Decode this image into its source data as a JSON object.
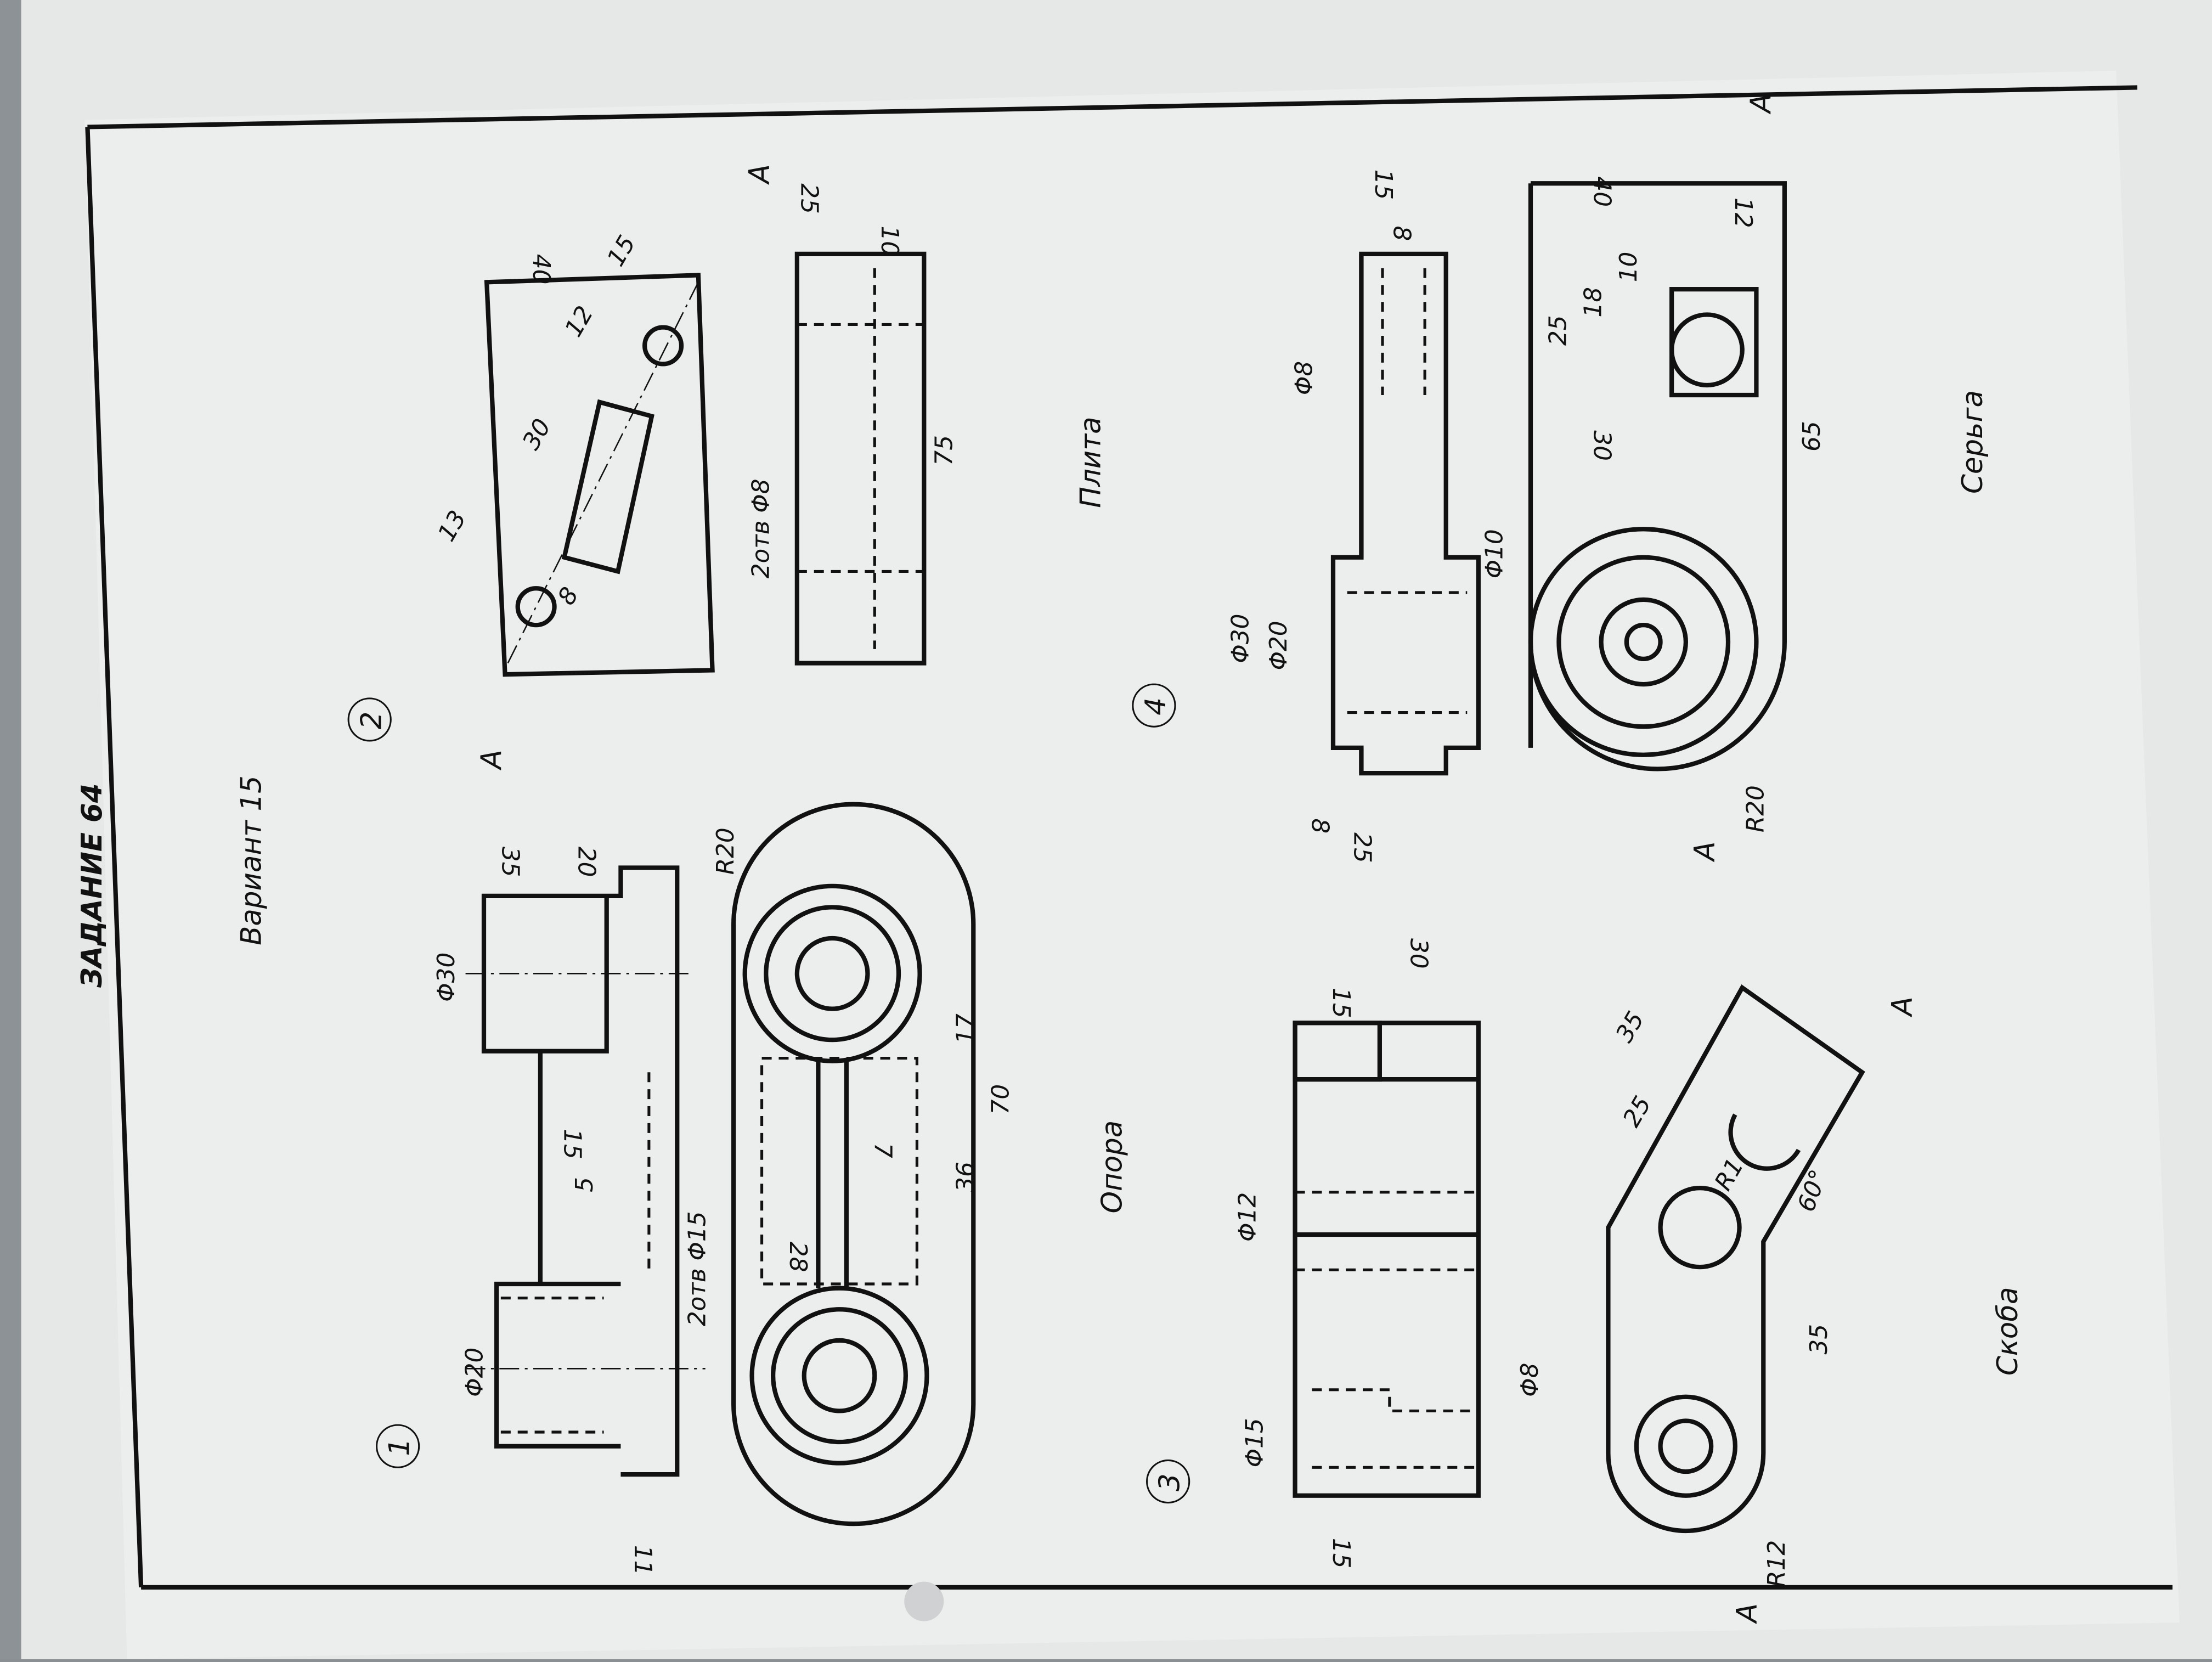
{
  "header": {
    "task": "ЗАДАНИЕ 64",
    "variant": "Вариант 15"
  },
  "parts": [
    {
      "number": "1",
      "name": "Опора",
      "dims": {
        "d20": "Φ20",
        "d30": "Φ30",
        "h20": "20",
        "h35": "35",
        "w15": "15",
        "t5": "5",
        "holes": "2отв Φ15",
        "b11": "11",
        "r20": "R20",
        "l28": "28",
        "l7": "7",
        "l36": "36",
        "l17": "17",
        "l70": "70"
      }
    },
    {
      "number": "2",
      "name": "Плита",
      "dims": {
        "h40": "40",
        "s15": "15",
        "s12": "12",
        "s30": "30",
        "s13": "13",
        "s8": "8",
        "holes": "2отв Φ8",
        "l75": "75",
        "t25": "25",
        "t10": "10",
        "section": "A"
      }
    },
    {
      "number": "3",
      "name": "Скоба",
      "dims": {
        "d15": "Φ15",
        "d8": "Φ8",
        "d12": "Φ12",
        "h15": "15",
        "h30": "30",
        "b15": "15",
        "l35a": "35",
        "l25": "25",
        "r1": "R1",
        "a60": "60°",
        "l35b": "35",
        "r12": "R12",
        "section": "A"
      }
    },
    {
      "number": "4",
      "name": "Серьга",
      "dims": {
        "d30": "Φ30",
        "d20": "Φ20",
        "d10": "Φ10",
        "d8": "Φ8",
        "b8": "8",
        "b25": "25",
        "t8": "8",
        "t15": "15",
        "h40": "40",
        "h12": "12",
        "h25": "25",
        "h18": "18",
        "h10": "10",
        "l30": "30",
        "l65": "65",
        "r20": "R20",
        "section": "A"
      }
    }
  ],
  "colors": {
    "paper": "#e9eaea",
    "ink": "#111111"
  }
}
